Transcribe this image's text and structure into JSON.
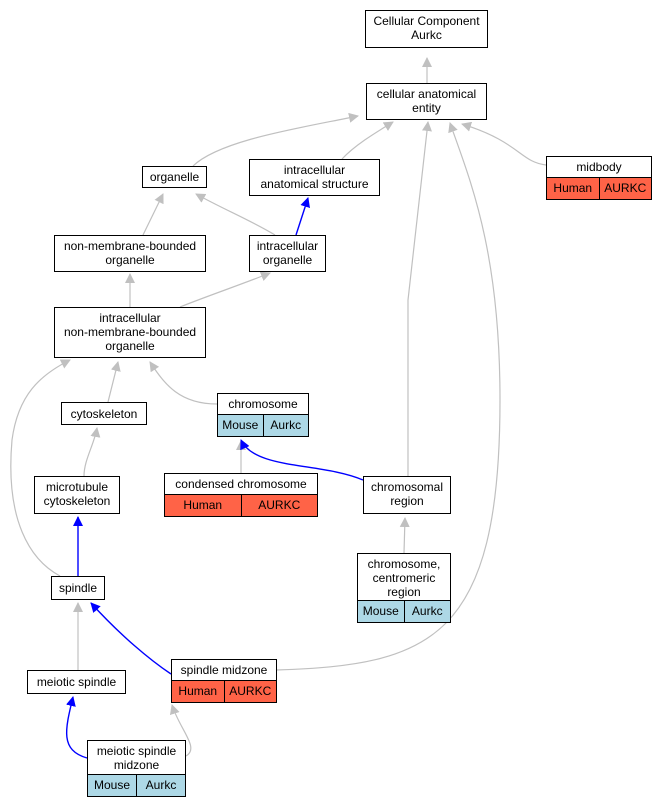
{
  "colors": {
    "is_a_edge": "#c0c0c0",
    "part_of_edge": "#0000ff",
    "human": "#ff6347",
    "mouse": "#add8e6"
  },
  "nodes": {
    "root": {
      "line1": "Cellular Component",
      "line2": "Aurkc"
    },
    "cae": {
      "line1": "cellular anatomical",
      "line2": "entity"
    },
    "midbody": {
      "label": "midbody",
      "species": "Human",
      "gene": "AURKC"
    },
    "organelle": {
      "label": "organelle"
    },
    "ias": {
      "line1": "intracellular",
      "line2": "anatomical structure"
    },
    "nmbo": {
      "line1": "non-membrane-bounded",
      "line2": "organelle"
    },
    "io": {
      "line1": "intracellular",
      "line2": "organelle"
    },
    "inmbo": {
      "line1": "intracellular",
      "line2": "non-membrane-bounded",
      "line3": "organelle"
    },
    "cytoskeleton": {
      "label": "cytoskeleton"
    },
    "chromosome": {
      "label": "chromosome",
      "species": "Mouse",
      "gene": "Aurkc"
    },
    "condensed": {
      "label": "condensed chromosome",
      "species": "Human",
      "gene": "AURKC"
    },
    "chromreg": {
      "line1": "chromosomal",
      "line2": "region"
    },
    "mtcyto": {
      "line1": "microtubule",
      "line2": "cytoskeleton"
    },
    "centro": {
      "line1": "chromosome,",
      "line2": "centromeric",
      "line3": "region",
      "species": "Mouse",
      "gene": "Aurkc"
    },
    "spindle": {
      "label": "spindle"
    },
    "meiotic": {
      "label": "meiotic spindle"
    },
    "midzone": {
      "label": "spindle midzone",
      "species": "Human",
      "gene": "AURKC"
    },
    "msm": {
      "line1": "meiotic spindle",
      "line2": "midzone",
      "species": "Mouse",
      "gene": "Aurkc"
    }
  },
  "edges": [
    {
      "from": "cae",
      "to": "root",
      "type": "is_a"
    },
    {
      "from": "organelle",
      "to": "cae",
      "type": "is_a"
    },
    {
      "from": "ias",
      "to": "cae",
      "type": "is_a"
    },
    {
      "from": "midbody",
      "to": "cae",
      "type": "is_a"
    },
    {
      "from": "chromreg",
      "to": "cae",
      "type": "is_a"
    },
    {
      "from": "midzone",
      "to": "cae",
      "type": "is_a"
    },
    {
      "from": "nmbo",
      "to": "organelle",
      "type": "is_a"
    },
    {
      "from": "io",
      "to": "organelle",
      "type": "is_a"
    },
    {
      "from": "io",
      "to": "ias",
      "type": "part_of"
    },
    {
      "from": "inmbo",
      "to": "nmbo",
      "type": "is_a"
    },
    {
      "from": "inmbo",
      "to": "io",
      "type": "is_a"
    },
    {
      "from": "cytoskeleton",
      "to": "inmbo",
      "type": "is_a"
    },
    {
      "from": "chromosome",
      "to": "inmbo",
      "type": "is_a"
    },
    {
      "from": "spindle",
      "to": "inmbo",
      "type": "is_a"
    },
    {
      "from": "mtcyto",
      "to": "cytoskeleton",
      "type": "is_a"
    },
    {
      "from": "condensed",
      "to": "chromosome",
      "type": "is_a"
    },
    {
      "from": "chromreg",
      "to": "chromosome",
      "type": "part_of"
    },
    {
      "from": "centro",
      "to": "chromreg",
      "type": "is_a"
    },
    {
      "from": "spindle",
      "to": "mtcyto",
      "type": "part_of"
    },
    {
      "from": "meiotic",
      "to": "spindle",
      "type": "is_a"
    },
    {
      "from": "midzone",
      "to": "spindle",
      "type": "part_of"
    },
    {
      "from": "msm",
      "to": "meiotic",
      "type": "part_of"
    },
    {
      "from": "msm",
      "to": "midzone",
      "type": "is_a"
    }
  ]
}
